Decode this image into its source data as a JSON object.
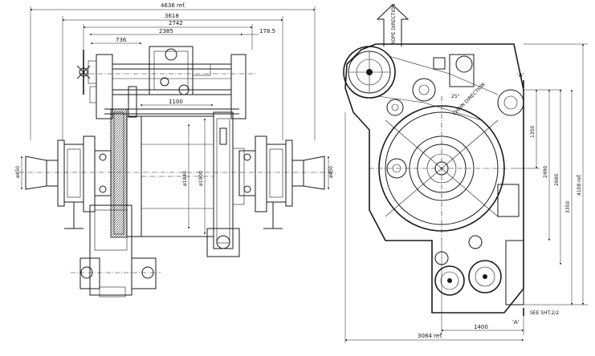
{
  "front_view": {
    "dims": {
      "d4636": "4636 ref.",
      "d3618": "3618",
      "d2742": "2742",
      "d2385": "2385",
      "d178": "178.5",
      "d736": "736",
      "d1100": "1100",
      "d450_left": "ø450",
      "d450_right": "ø450",
      "d1840": "ø1840",
      "d1900": "ø1900"
    }
  },
  "side_view": {
    "rope_direction": "ROPE DIRECTION",
    "chain_direction": "CHAIN DIRECTION",
    "section_top": "'A'",
    "section_bottom": "'A'",
    "see_note": "SEE SHT.2/2",
    "angle": "25°",
    "dims": {
      "d1350": "1350",
      "d2490": "2490",
      "d2680": "2680",
      "d3350": "3350",
      "d4108": "4108 ref.",
      "d1400": "1400",
      "d3084": "3084 ref."
    }
  }
}
